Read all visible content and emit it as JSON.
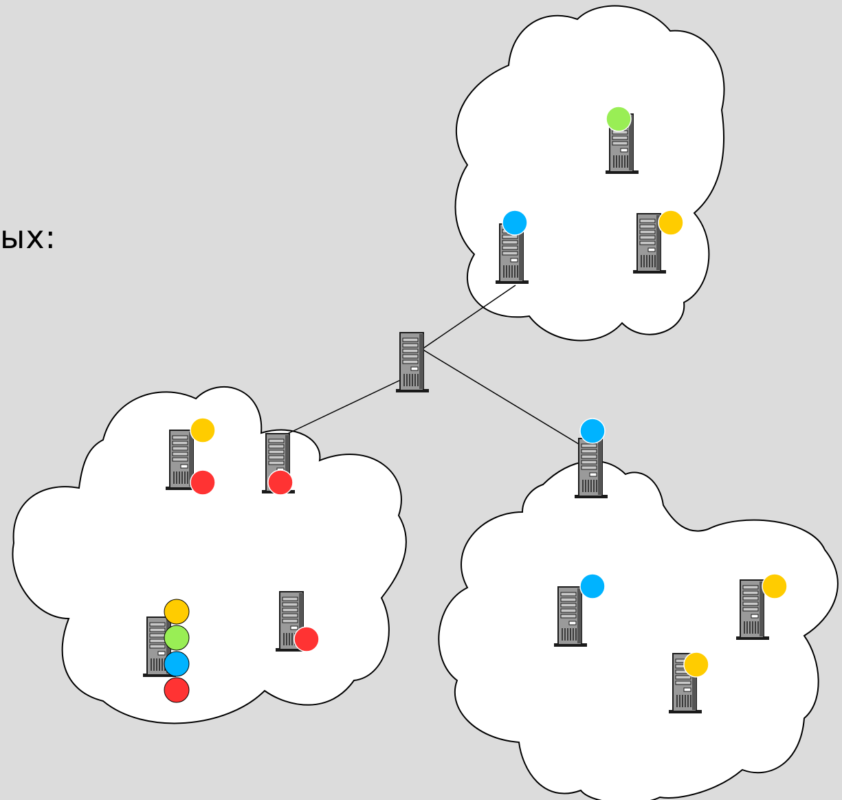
{
  "slide": {
    "caption": "ых:"
  },
  "colors": {
    "background": "#dcdcdc",
    "cloud_fill": "#ffffff",
    "cloud_stroke": "#000000",
    "link": "#000000",
    "marker_yellow": "#ffcc00",
    "marker_green": "#99ee55",
    "marker_blue": "#00b3ff",
    "marker_red": "#ff3333",
    "server_body": "#9a9a9a",
    "server_dark": "#1a1a1a"
  },
  "icons": {
    "server": "server-tower-icon",
    "marker": "colored-dot-marker"
  },
  "diagram": {
    "clouds": [
      {
        "name": "cloud-top-right"
      },
      {
        "name": "cloud-bottom-left"
      },
      {
        "name": "cloud-bottom-right"
      }
    ],
    "servers": [
      {
        "name": "server-top-a",
        "markers": [
          "green"
        ]
      },
      {
        "name": "server-top-b",
        "markers": [
          "blue"
        ]
      },
      {
        "name": "server-top-c",
        "markers": [
          "yellow"
        ]
      },
      {
        "name": "server-central-router",
        "markers": []
      },
      {
        "name": "server-left-a",
        "markers": [
          "yellow",
          "red"
        ]
      },
      {
        "name": "server-left-gateway",
        "markers": [
          "red"
        ]
      },
      {
        "name": "server-left-c",
        "markers": [
          "yellow",
          "green",
          "blue",
          "red"
        ]
      },
      {
        "name": "server-left-d",
        "markers": [
          "red"
        ]
      },
      {
        "name": "server-right-gateway",
        "markers": [
          "blue"
        ]
      },
      {
        "name": "server-right-b",
        "markers": [
          "blue"
        ]
      },
      {
        "name": "server-right-c",
        "markers": [
          "yellow"
        ]
      },
      {
        "name": "server-right-d",
        "markers": [
          "yellow"
        ]
      }
    ],
    "links": [
      {
        "from": "server-central-router",
        "to": "server-top-b"
      },
      {
        "from": "server-central-router",
        "to": "server-left-gateway"
      },
      {
        "from": "server-central-router",
        "to": "server-right-gateway"
      }
    ]
  }
}
